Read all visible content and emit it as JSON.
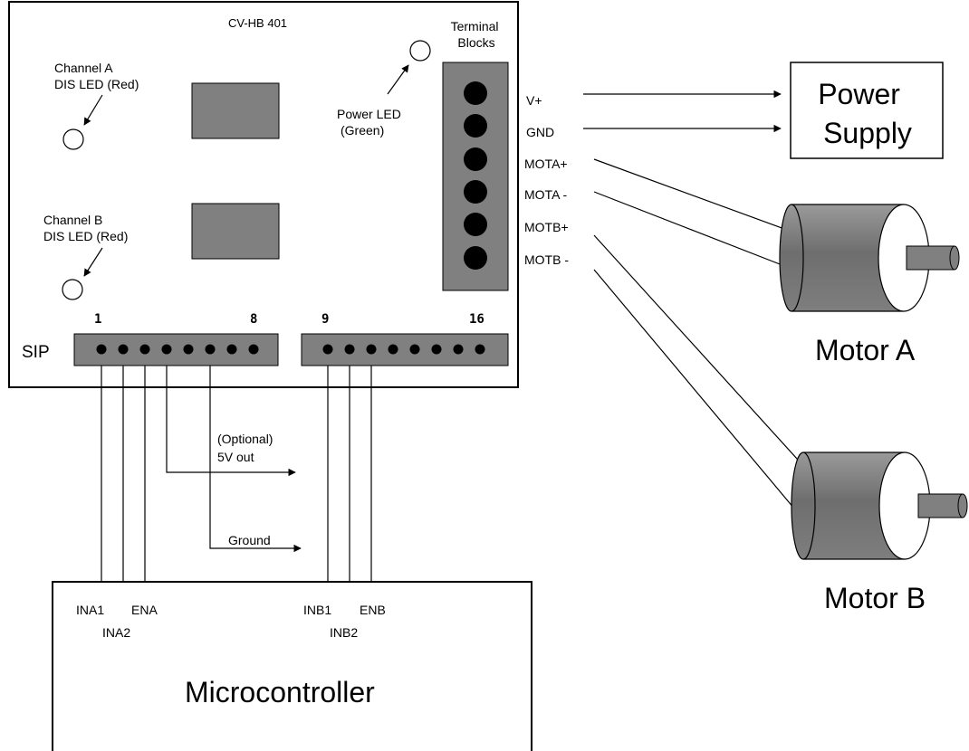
{
  "board": {
    "title": "CV-HB 401",
    "channel_a_led": [
      "Channel A",
      "DIS LED (Red)"
    ],
    "channel_b_led": [
      "Channel B",
      "DIS LED (Red)"
    ],
    "power_led": [
      "Power LED",
      "(Green)"
    ],
    "terminal_blocks": [
      "Terminal",
      "Blocks"
    ],
    "sip_label": "SIP",
    "pin_1": "1",
    "pin_8": "8",
    "pin_9": "9",
    "pin_16": "16"
  },
  "terminals": {
    "v_plus": "V+",
    "gnd": "GND",
    "mota_plus": "MOTA+",
    "mota_minus": "MOTA -",
    "motb_plus": "MOTB+",
    "motb_minus": "MOTB -"
  },
  "power_supply": [
    "Power",
    "Supply"
  ],
  "motors": {
    "a": "Motor A",
    "b": "Motor B"
  },
  "wiring": {
    "optional_5v": [
      "(Optional)",
      "5V out"
    ],
    "ground": "Ground"
  },
  "microcontroller": {
    "title": "Microcontroller",
    "ina1": "INA1",
    "ina2": "INA2",
    "ena": "ENA",
    "inb1": "INB1",
    "inb2": "INB2",
    "enb": "ENB"
  },
  "colors": {
    "component_fill": "#808080",
    "motor_body": "#7a7a7a",
    "outline": "#000000"
  }
}
